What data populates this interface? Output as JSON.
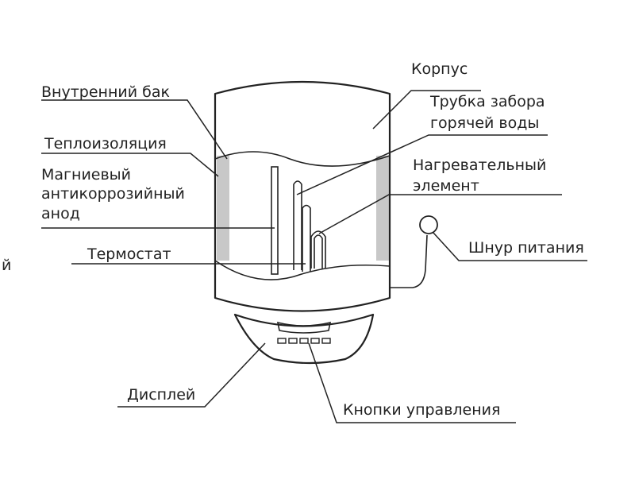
{
  "labels": {
    "outer_body": "Корпус",
    "inner_tank": "Внутренний бак",
    "hot_water_pipe_line1": "Трубка забора",
    "hot_water_pipe_line2": "горячей воды",
    "insulation": "Теплоизоляция",
    "anode_line1": "Магниевый",
    "anode_line2": "антикоррозийный",
    "anode_line3": "анод",
    "heating_element_line1": "Нагревательный",
    "heating_element_line2": "элемент",
    "power_cord": "Шнур питания",
    "thermostat": "Термостат",
    "display": "Дисплей",
    "control_buttons": "Кнопки управления",
    "edge_fragment": "й"
  },
  "colors": {
    "line": "#222222",
    "insulation_fill": "#c8c8c8",
    "background": "#ffffff"
  }
}
